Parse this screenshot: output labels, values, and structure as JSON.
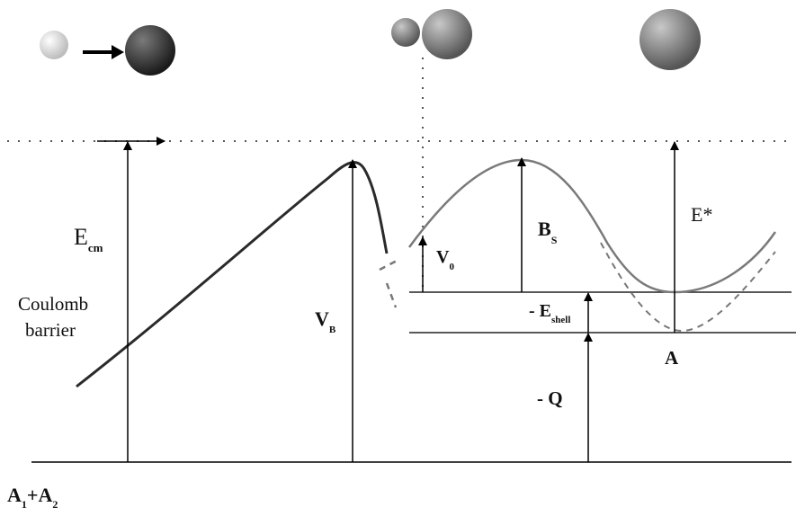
{
  "labels": {
    "ecm_main": "E",
    "ecm_sub": "cm",
    "coulomb_line1": "Coulomb",
    "coulomb_line2": "barrier",
    "vb_main": "V",
    "vb_sub": "B",
    "v0_main": "V",
    "v0_sub": "0",
    "bs_main": "B",
    "bs_sub": "S",
    "estar": "E*",
    "eshell_prefix": "- E",
    "eshell_sub": "shell",
    "minus_q": "- Q",
    "a_label": "A",
    "a1_main": "A",
    "a1_sub": "1",
    "plus": "+",
    "a2_main": "A",
    "a2_sub": "2"
  },
  "colors": {
    "curve_dark": "#2a2a2a",
    "curve_light": "#7a7a7a",
    "dashed": "#777777",
    "arrow": "#000000",
    "sphere_white": "#f4f4f4",
    "sphere_dark": "#333333",
    "sphere_gray": "#8a8a8a"
  }
}
